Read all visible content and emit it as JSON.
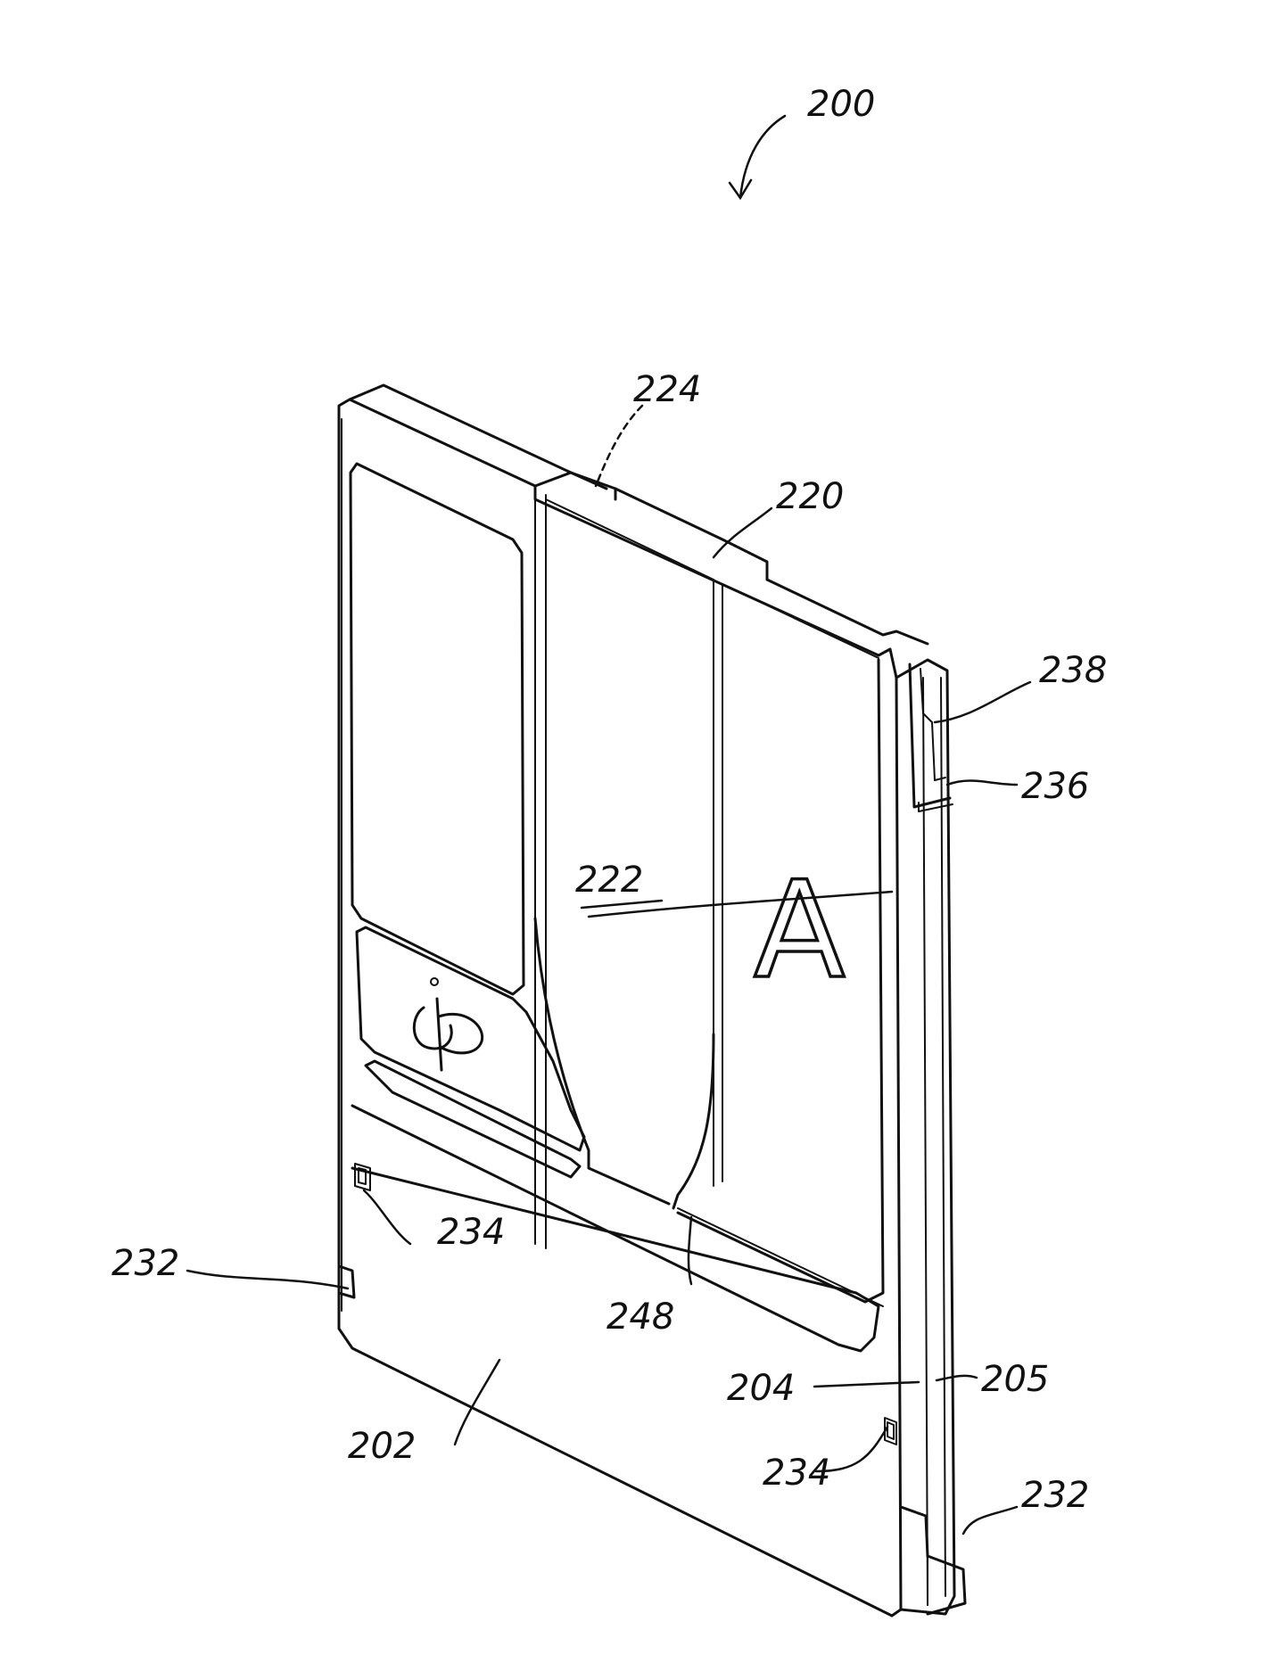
{
  "figure": {
    "overall_ref": "200",
    "panel_letter": "A",
    "refs": {
      "r224": "224",
      "r220": "220",
      "r238": "238",
      "r236": "236",
      "r222": "222",
      "r234a": "234",
      "r232a": "232",
      "r248": "248",
      "r204": "204",
      "r205": "205",
      "r202": "202",
      "r234b": "234",
      "r232b": "232"
    }
  }
}
